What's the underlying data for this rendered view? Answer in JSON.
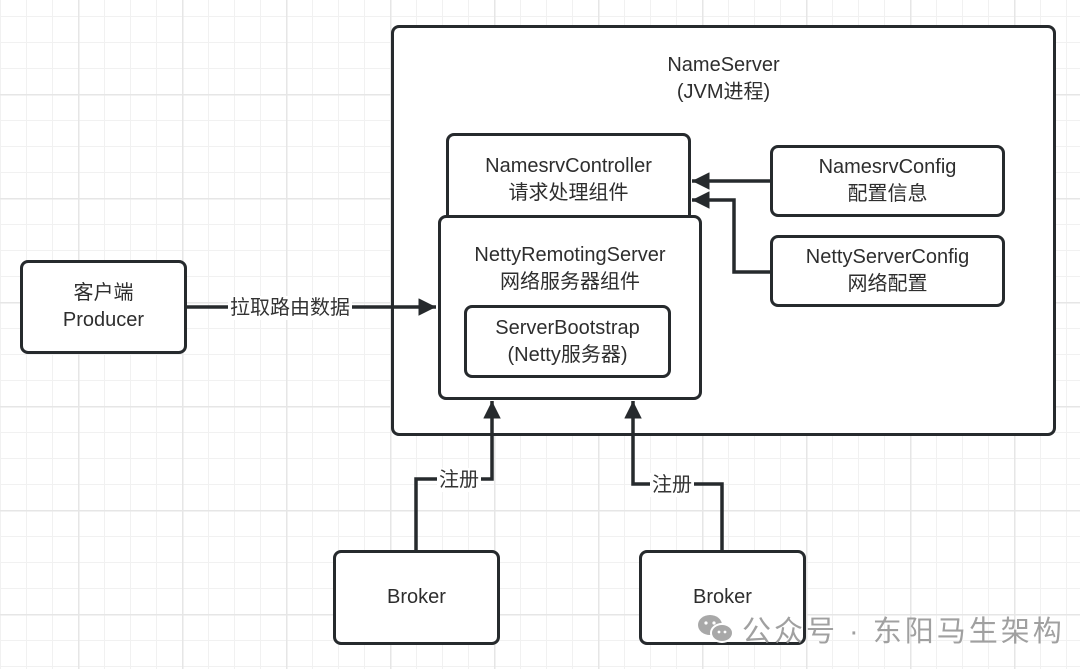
{
  "nameserver": {
    "title": "NameServer",
    "subtitle": "(JVM进程)"
  },
  "controller": {
    "name": "NamesrvController",
    "desc": "请求处理组件"
  },
  "namesrv_config": {
    "name": "NamesrvConfig",
    "desc": "配置信息"
  },
  "netty_config": {
    "name": "NettyServerConfig",
    "desc": "网络配置"
  },
  "remoting_server": {
    "name": "NettyRemotingServer",
    "desc": "网络服务器组件"
  },
  "bootstrap": {
    "name": "ServerBootstrap",
    "desc": "(Netty服务器)"
  },
  "client": {
    "line1": "客户端",
    "line2": "Producer"
  },
  "edges": {
    "pull_route": "拉取路由数据",
    "register_left": "注册",
    "register_right": "注册"
  },
  "brokers": [
    "Broker",
    "Broker"
  ],
  "watermark": {
    "icon": "wechat-icon",
    "text": "公众号 · 东阳马生架构"
  },
  "colors": {
    "stroke": "#262a2d",
    "grid": "#e6e6e6",
    "watermark": "#a0a0a0"
  }
}
